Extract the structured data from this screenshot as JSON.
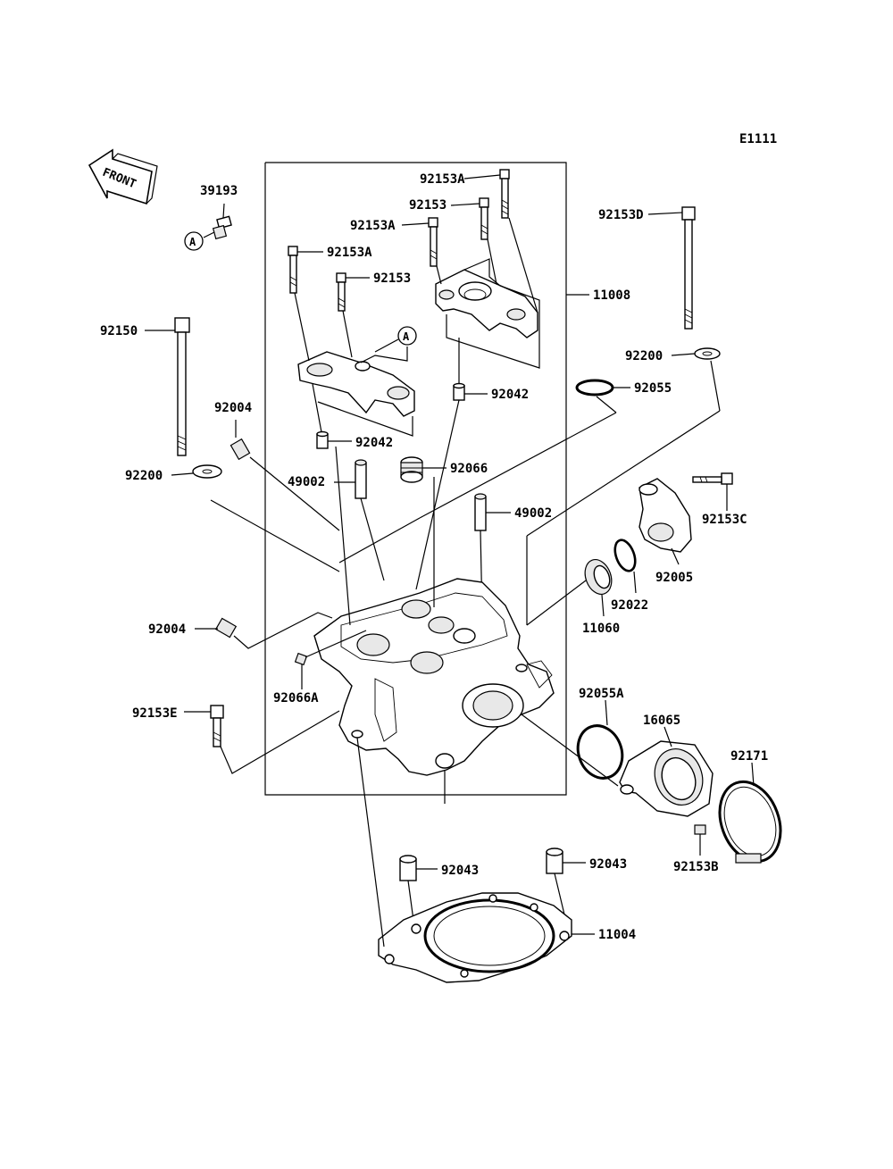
{
  "diagram_code": "E1111",
  "front_label": "FRONT",
  "ref_marker": "A",
  "labels": {
    "p39193": "39193",
    "p92153A_1": "92153A",
    "p92153_1": "92153",
    "p92153A_2": "92153A",
    "p92153A_3": "92153A",
    "p92153_2": "92153",
    "p92153D": "92153D",
    "p11008": "11008",
    "p92150": "92150",
    "p92200_1": "92200",
    "p92055": "92055",
    "p92042_1": "92042",
    "p92004_1": "92004",
    "p92042_2": "92042",
    "p92200_2": "92200",
    "p92066": "92066",
    "p49002_1": "49002",
    "p49002_2": "49002",
    "p92153C": "92153C",
    "p92005": "92005",
    "p92022": "92022",
    "p11060": "11060",
    "p92004_2": "92004",
    "p92066A": "92066A",
    "p92055A": "92055A",
    "p16065": "16065",
    "p92153E": "92153E",
    "p92171": "92171",
    "p92153B": "92153B",
    "p92043_1": "92043",
    "p92043_2": "92043",
    "p11004": "11004"
  }
}
